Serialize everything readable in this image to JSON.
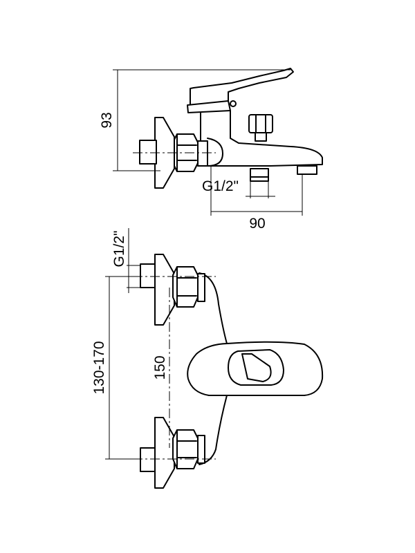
{
  "dimensions": {
    "height_total": "93",
    "thread_top": "G1/2\"",
    "spout_reach": "90",
    "thread_side": "G1/2\"",
    "centers_range": "130-170",
    "centers_nominal": "150"
  }
}
